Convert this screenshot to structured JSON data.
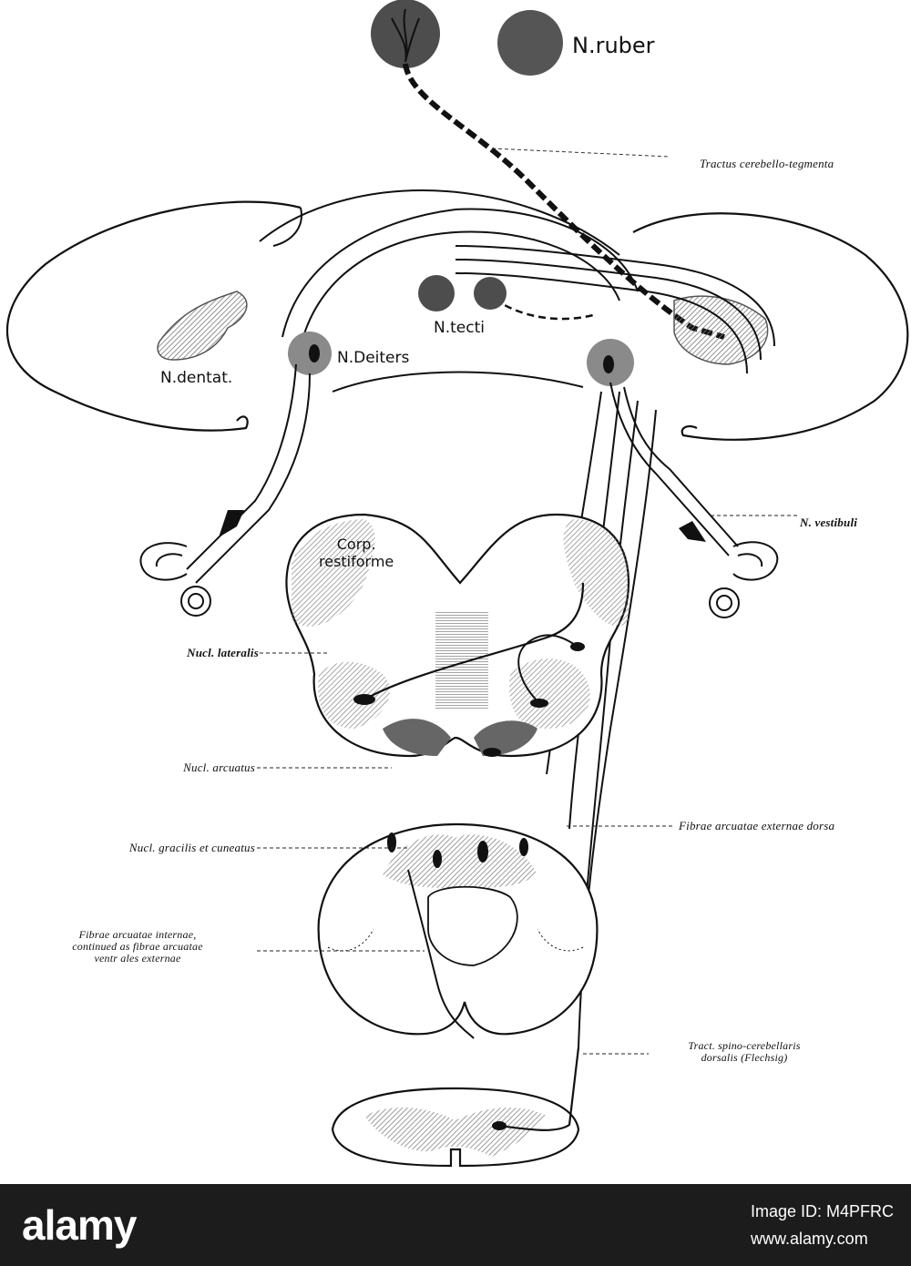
{
  "labels": {
    "n_ruber": "N.ruber",
    "tractus_cerebello_tegmentalis": "Tractus cerebello-tegmenta",
    "n_tecti": "N.tecti",
    "n_deiters": "N.Deiters",
    "n_dentat": "N.dentat.",
    "n_vestibuli": "N. vestibuli",
    "corp_line1": "Corp.",
    "corp_line2": "restiforme",
    "nucl_lateralis": "Nucl. lateralis",
    "nucl_arcuatus": "Nucl. arcuatus",
    "fibrae_arcuatae_externae_dorsales": "Fibrae arcuatae externae dorsa",
    "nucl_gracilis": "Nucl. gracilis et cuneatus",
    "fibrae_internae_line1": "Fibrae arcuatae internae,",
    "fibrae_internae_line2": "continued as fibrae arcuatae",
    "fibrae_internae_line3": "ventr ales externae",
    "tract_spino_line1": "Tract. spino-cerebellaris",
    "tract_spino_line2": "dorsalis (Flechsig)"
  },
  "watermark": {
    "brand": "alamy",
    "image_id": "Image ID: M4PFRC",
    "site": "www.alamy.com"
  },
  "colors": {
    "ink": "#111111",
    "nucleus_fill": "#5a5a5a",
    "hatch": "#888888",
    "footer_bg": "#1c1c1c"
  }
}
